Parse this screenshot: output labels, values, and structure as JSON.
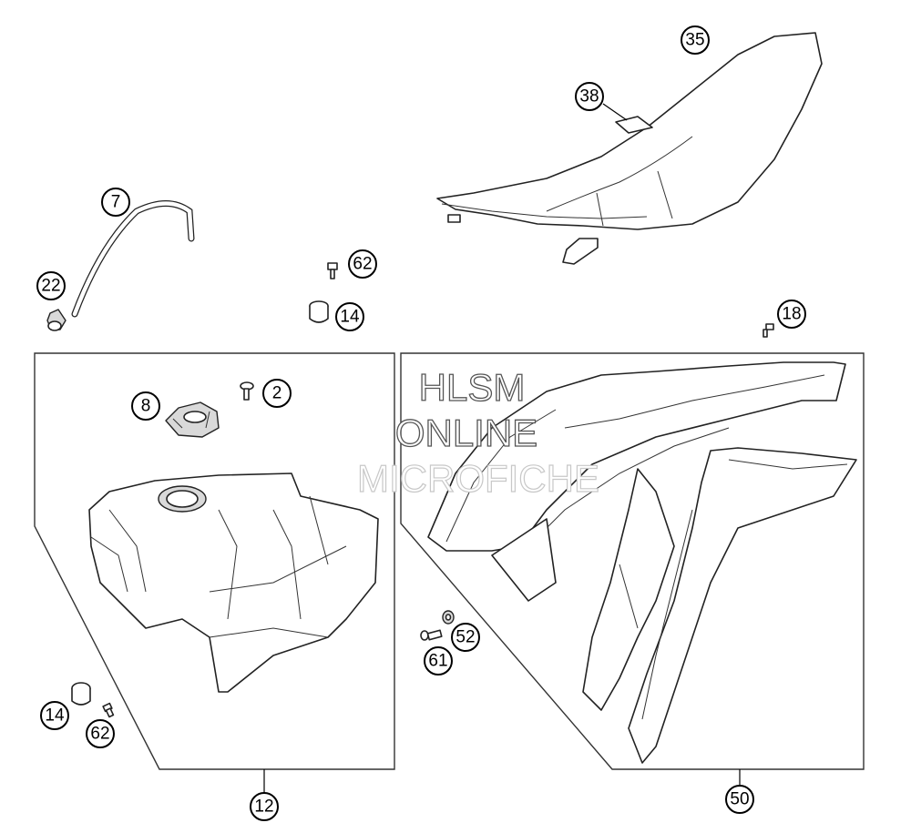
{
  "callouts": {
    "c35": "35",
    "c38": "38",
    "c7": "7",
    "c22": "22",
    "c62_top": "62",
    "c14_top": "14",
    "c18": "18",
    "c2": "2",
    "c8": "8",
    "c52": "52",
    "c61": "61",
    "c14_bottom": "14",
    "c62_bottom": "62",
    "c12": "12",
    "c50": "50"
  },
  "watermark": {
    "line1": "HLSM",
    "line2": "ONLINE",
    "line3": "MICROFICHE"
  }
}
